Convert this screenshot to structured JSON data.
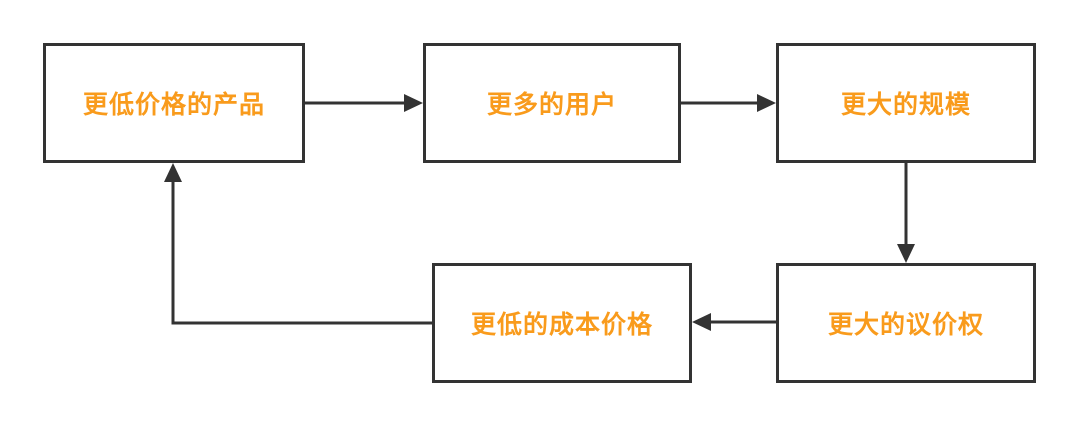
{
  "diagram": {
    "type": "flowchart-cycle",
    "nodes": [
      {
        "id": "lower-price-product",
        "label": "更低价格的产品"
      },
      {
        "id": "more-users",
        "label": "更多的用户"
      },
      {
        "id": "larger-scale",
        "label": "更大的规模"
      },
      {
        "id": "greater-bargaining-power",
        "label": "更大的议价权"
      },
      {
        "id": "lower-cost-price",
        "label": "更低的成本价格"
      }
    ],
    "edges": [
      {
        "from": "更低价格的产品",
        "to": "更多的用户",
        "direction": "right"
      },
      {
        "from": "更多的用户",
        "to": "更大的规模",
        "direction": "right"
      },
      {
        "from": "更大的规模",
        "to": "更大的议价权",
        "direction": "down"
      },
      {
        "from": "更大的议价权",
        "to": "更低的成本价格",
        "direction": "left"
      },
      {
        "from": "更低的成本价格",
        "to": "更低价格的产品",
        "direction": "left-then-up"
      }
    ],
    "colors": {
      "node_text": "#F99B1C",
      "node_border": "#333333",
      "arrow": "#333333",
      "background": "#FFFFFF"
    }
  }
}
